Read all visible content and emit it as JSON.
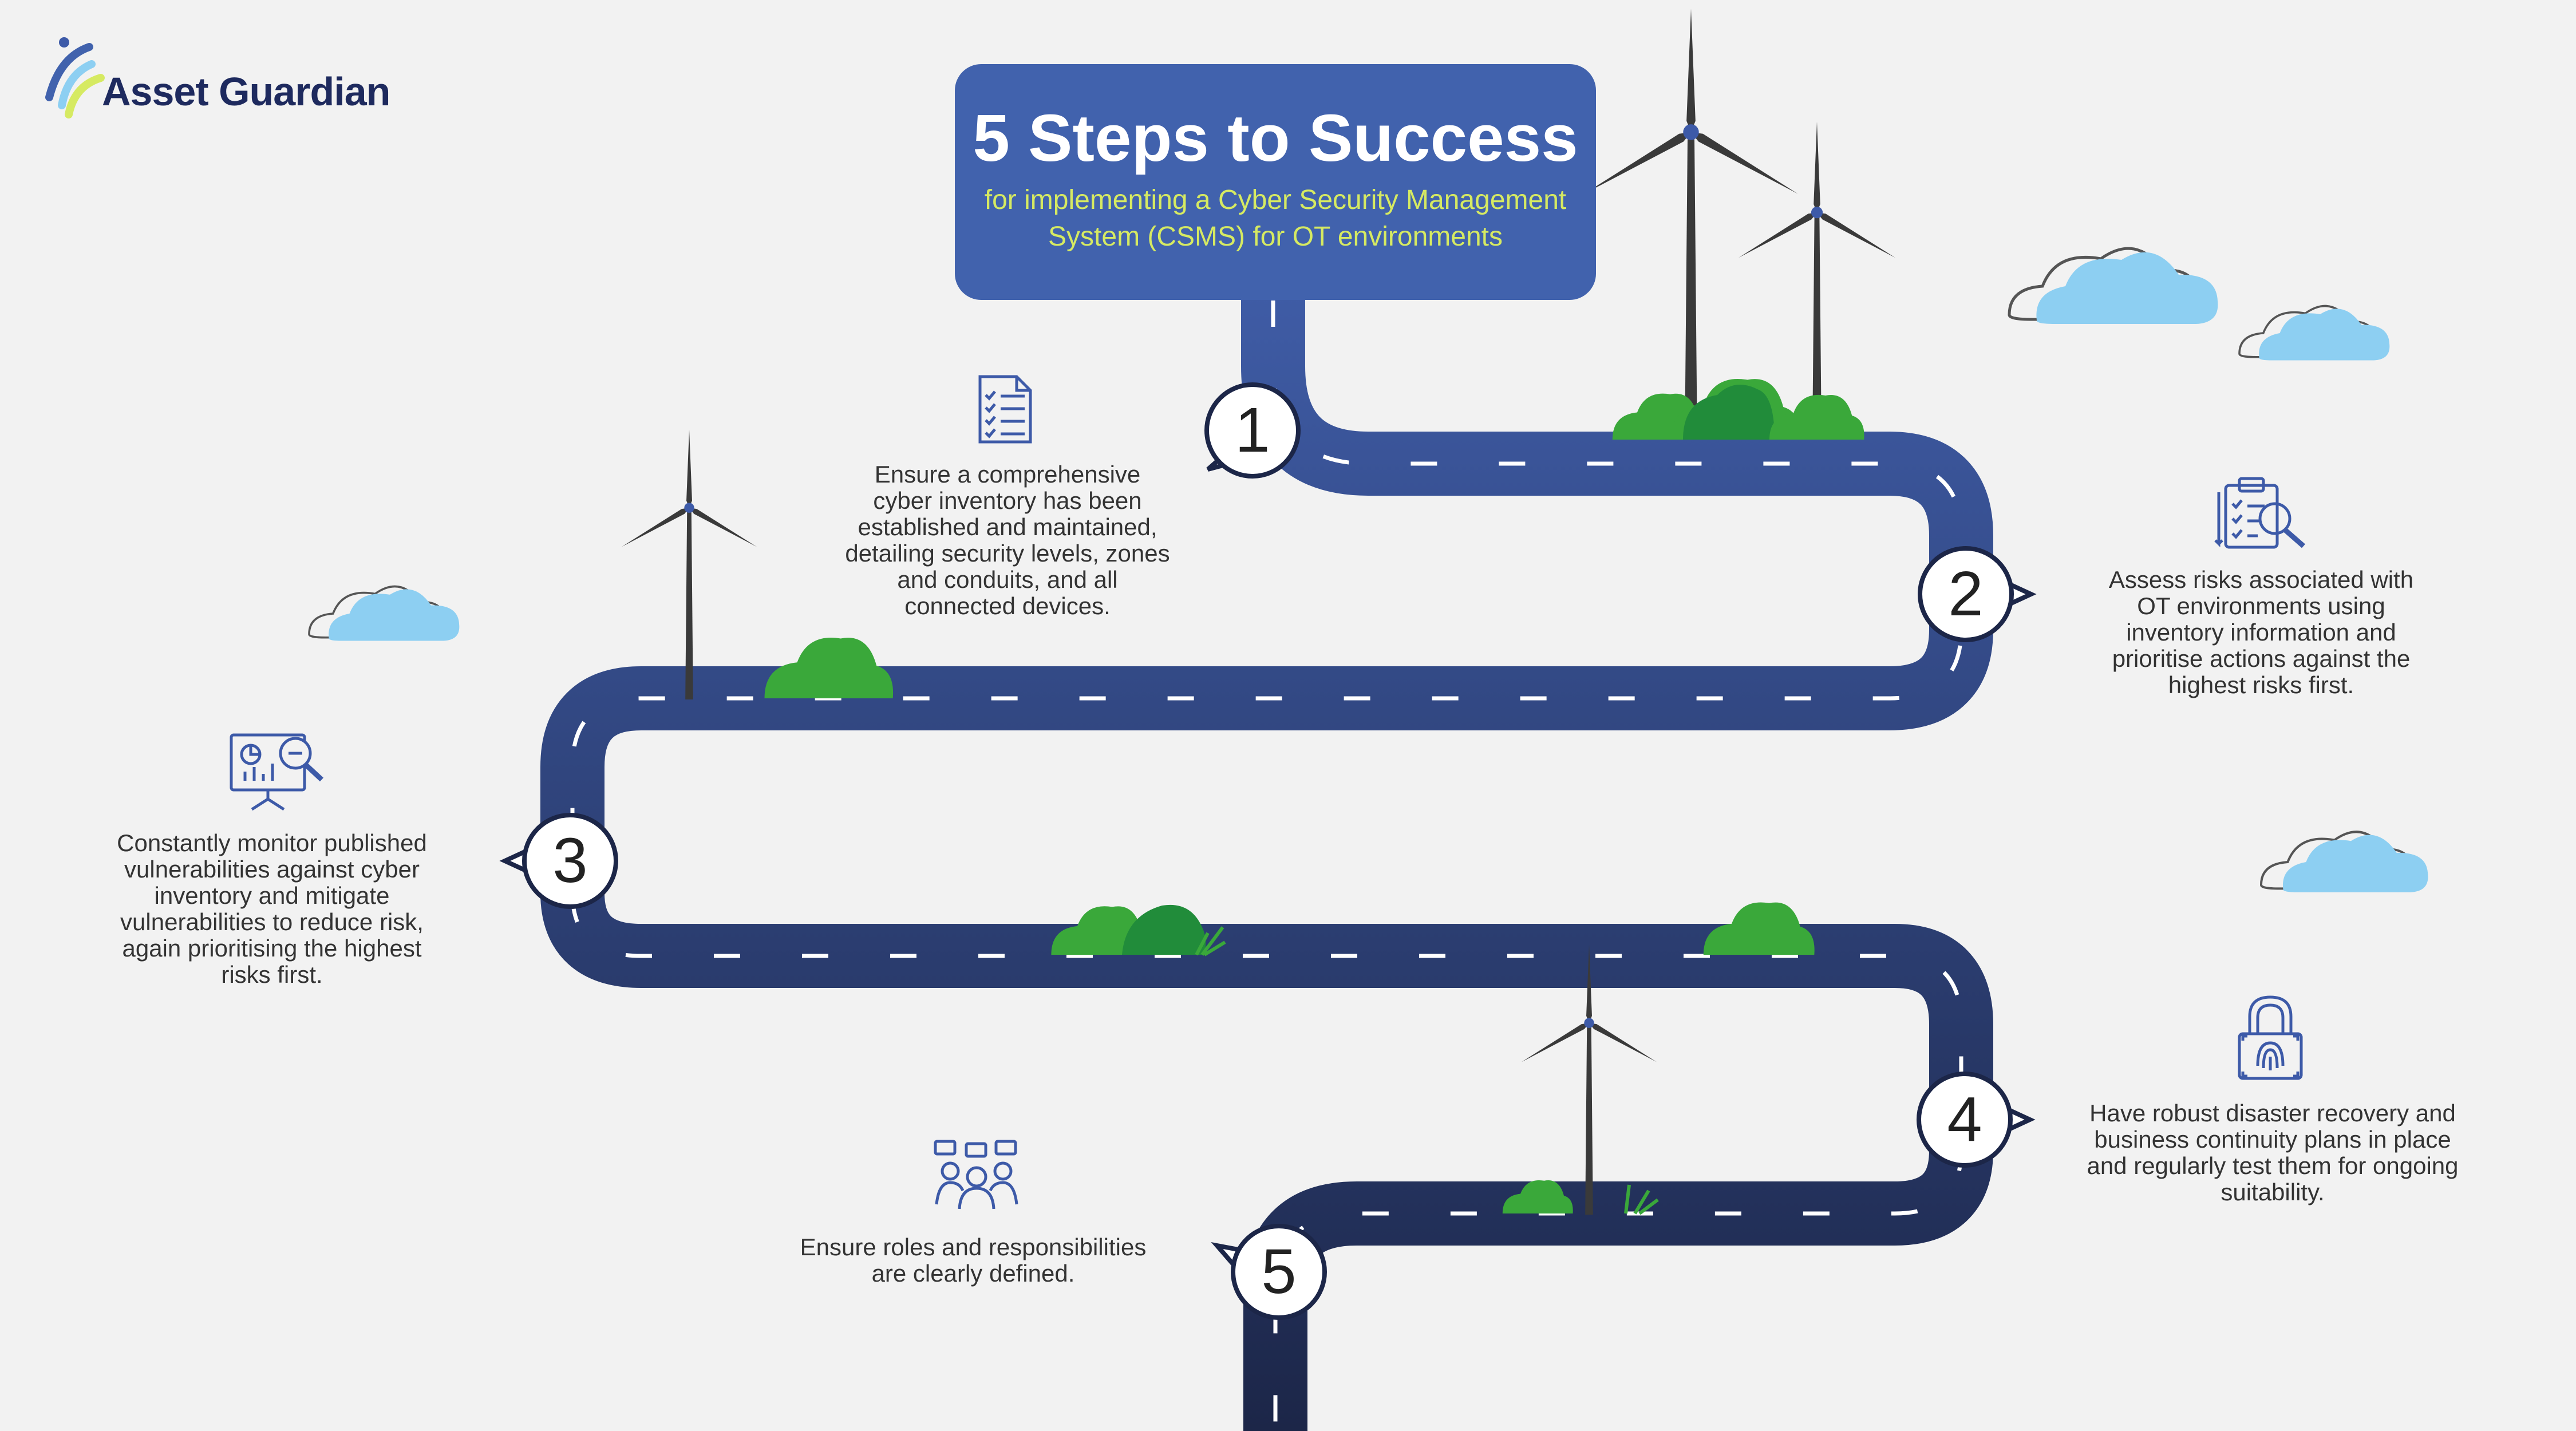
{
  "brand": {
    "name": "Asset Guardian"
  },
  "header": {
    "title": "5 Steps to Success",
    "subtitle_line1": "for implementing a Cyber Security Management",
    "subtitle_line2": "System (CSMS) for OT environments"
  },
  "steps": [
    {
      "number": "1",
      "icon": "checklist-document-icon",
      "lines": [
        "Ensure a comprehensive",
        "cyber inventory has been",
        "established and maintained,",
        "detailing security levels, zones",
        "and conduits, and all",
        "connected devices."
      ]
    },
    {
      "number": "2",
      "icon": "clipboard-magnifier-icon",
      "lines": [
        "Assess risks associated with",
        "OT environments using",
        "inventory information and",
        "prioritise actions against the",
        "highest risks first."
      ]
    },
    {
      "number": "3",
      "icon": "monitoring-chart-icon",
      "lines": [
        "Constantly monitor published",
        "vulnerabilities against cyber",
        "inventory and mitigate",
        "vulnerabilities to reduce risk,",
        "again prioritising the highest",
        "risks first."
      ]
    },
    {
      "number": "4",
      "icon": "fingerprint-padlock-icon",
      "lines": [
        "Have robust disaster recovery and",
        "business continuity plans in place",
        "and regularly test them for ongoing",
        "suitability."
      ]
    },
    {
      "number": "5",
      "icon": "team-roles-icon",
      "lines": [
        "Ensure roles and responsibilities",
        "are clearly defined."
      ]
    }
  ],
  "colors": {
    "background": "#f2f2f2",
    "title_box": "#4162ad",
    "subtitle_text": "#d6ea62",
    "road_top": "#3f5ca6",
    "road_bottom": "#1c2648",
    "cloud": "#8dcff2",
    "bush_light": "#3aa83a",
    "bush_dark": "#218c3a",
    "turbine": "#3a3a3a",
    "icon_stroke": "#3d5aa8"
  }
}
